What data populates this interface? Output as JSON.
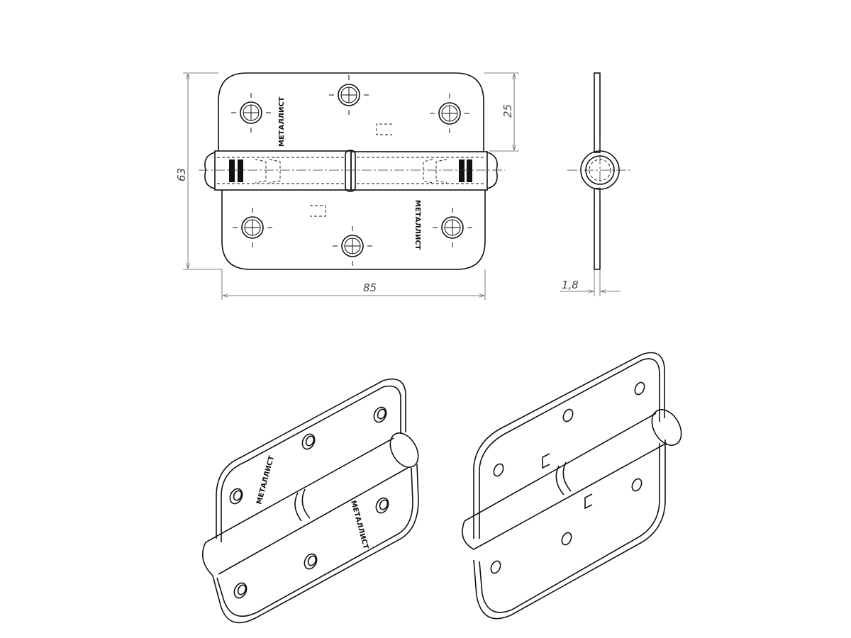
{
  "drawing": {
    "dimensions": {
      "height": "63",
      "plate_height": "25",
      "width": "85",
      "thickness": "1,8"
    },
    "logo_text": "МЕТАЛЛИСТ",
    "line_color": "#111111",
    "dimension_color": "#555555"
  }
}
